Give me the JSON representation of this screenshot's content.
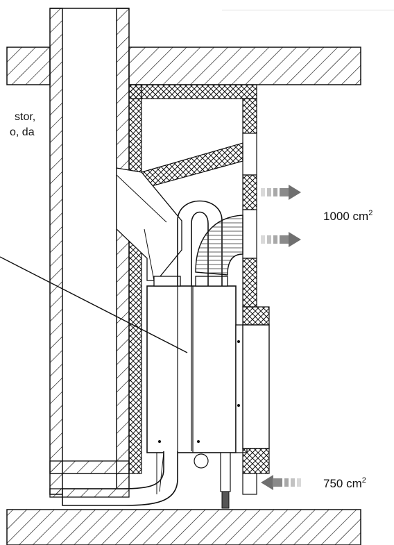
{
  "note_lines": [
    "stor,",
    "o, da"
  ],
  "labels": {
    "upper_vent_area": "1000 cm",
    "upper_vent_exp": "2",
    "lower_vent_area": "750 cm",
    "lower_vent_exp": "2"
  },
  "colors": {
    "line": "#111111",
    "arrow": "#7a7a7a",
    "insulation": "#222222"
  }
}
